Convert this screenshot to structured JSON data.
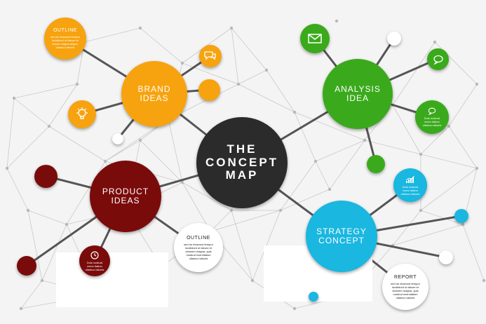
{
  "center": {
    "label": "THE\nCONCEPT\nMAP"
  },
  "brand": {
    "label": "BRAND\nIDEAS"
  },
  "analysis": {
    "label": "ANALYSIS\nIDEA"
  },
  "product": {
    "label": "PRODUCT\nIDEAS"
  },
  "strategy": {
    "label": "STRATEGY\nCONCEPT"
  },
  "outline_top": {
    "title": "OUTLINE",
    "body": "sed do eiusmod tempor\nincididunt ut labore et\ndolore magna aliqua.\nullamco laboris"
  },
  "outline_mid": {
    "title": "OUTLINE",
    "body": "sed do eiusmod tempor\nincididunt ut labore et\ndolorem magna, quis\nnostrud exercitation\nullamco laboris"
  },
  "report": {
    "title": "REPORT",
    "body": "sed do eiusmod tempor\nincididunt ut labore et\ndolorem magna, quis\nnostrud exercitation\nullamco laboris"
  },
  "analysis_note": {
    "body": "Duis nostrud\nexerc itation\nullamco laboris"
  },
  "strategy_note": {
    "body": "Duis nostrud\nexerc itation\nullamco laboris"
  },
  "product_note": {
    "body": "Duis nostrud\nexerc itation\nullamco laboris"
  },
  "colors": {
    "brand": "#f7a30f",
    "analysis": "#3aaa1c",
    "product": "#7a0b0b",
    "strategy": "#1ab7e0",
    "center": "#2b2b2b"
  }
}
